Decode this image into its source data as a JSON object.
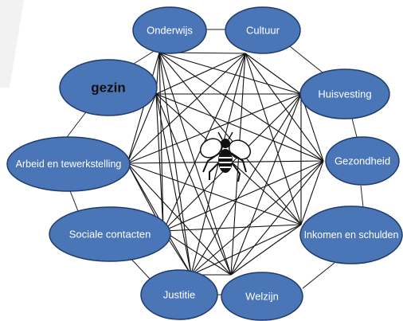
{
  "diagram": {
    "center_icon": "bee-icon",
    "colors": {
      "node_fill": "#4a76b8",
      "node_stroke": "#1f3b6b",
      "connector": "#111111",
      "ring": "#222222",
      "label": "#ffffff"
    },
    "nodes": [
      {
        "id": "onderwijs",
        "label": "Onderwijs"
      },
      {
        "id": "cultuur",
        "label": "Cultuur"
      },
      {
        "id": "huisvesting",
        "label": "Huisvesting"
      },
      {
        "id": "gezondheid",
        "label": "Gezondheid"
      },
      {
        "id": "inkomen",
        "label": "Inkomen en schulden"
      },
      {
        "id": "welzijn",
        "label": "Welzijn"
      },
      {
        "id": "justitie",
        "label": "Justitie"
      },
      {
        "id": "sociale",
        "label": "Sociale contacten"
      },
      {
        "id": "arbeid",
        "label": "Arbeid en tewerkstelling"
      },
      {
        "id": "gezin",
        "label": "gezin"
      }
    ]
  }
}
